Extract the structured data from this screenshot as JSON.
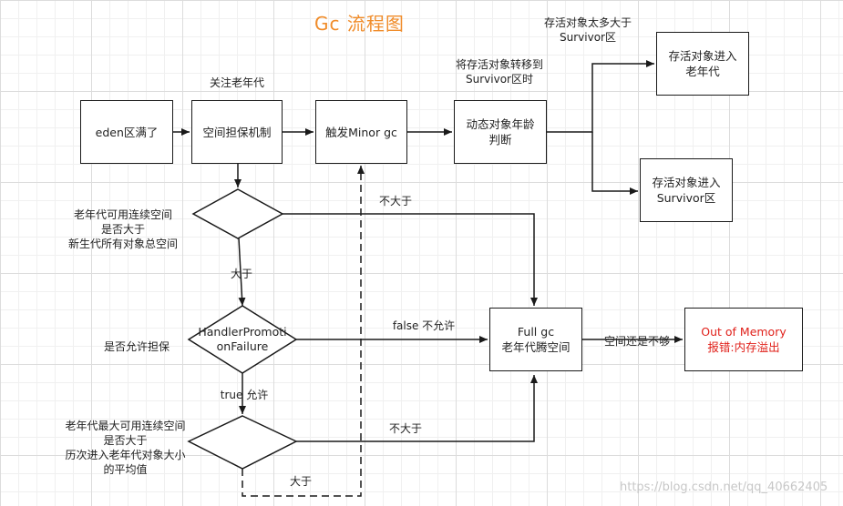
{
  "title": "Gc 流程图",
  "nodes": {
    "eden": "eden区满了",
    "guarantee": "空间担保机制",
    "minor_gc": "触发Minor gc",
    "dynamic_age": "动态对象年龄\n判断",
    "to_old": "存活对象进入\n老年代",
    "to_survivor": "存活对象进入\nSurvivor区",
    "full_gc": "Full gc\n老年代腾空间",
    "oom": "Out of Memory\n报错:内存溢出",
    "decision_promotion": "HandlerPromoti\nonFailure"
  },
  "labels": {
    "watch_old": "关注老年代",
    "move_to_survivor": "将存活对象转移到\nSurvivor区时",
    "too_large": "存活对象太多大于\nSurvivor区",
    "cond1": "老年代可用连续空间\n是否大于\n新生代所有对象总空间",
    "not_greater_1": "不大于",
    "greater_1": "大于",
    "allow_guarantee": "是否允许担保",
    "false_not_allowed": "false 不允许",
    "true_allowed": "true 允许",
    "cond3": "老年代最大可用连续空间\n是否大于\n历次进入老年代对象大小\n的平均值",
    "not_greater_3": "不大于",
    "greater_3": "大于",
    "space_not_enough": "空间还是不够"
  },
  "watermark": "https://blog.csdn.net/qq_40662405",
  "colors": {
    "title": "#f08c2a",
    "oom_text": "#e0201a",
    "line": "#1a1a1a"
  }
}
